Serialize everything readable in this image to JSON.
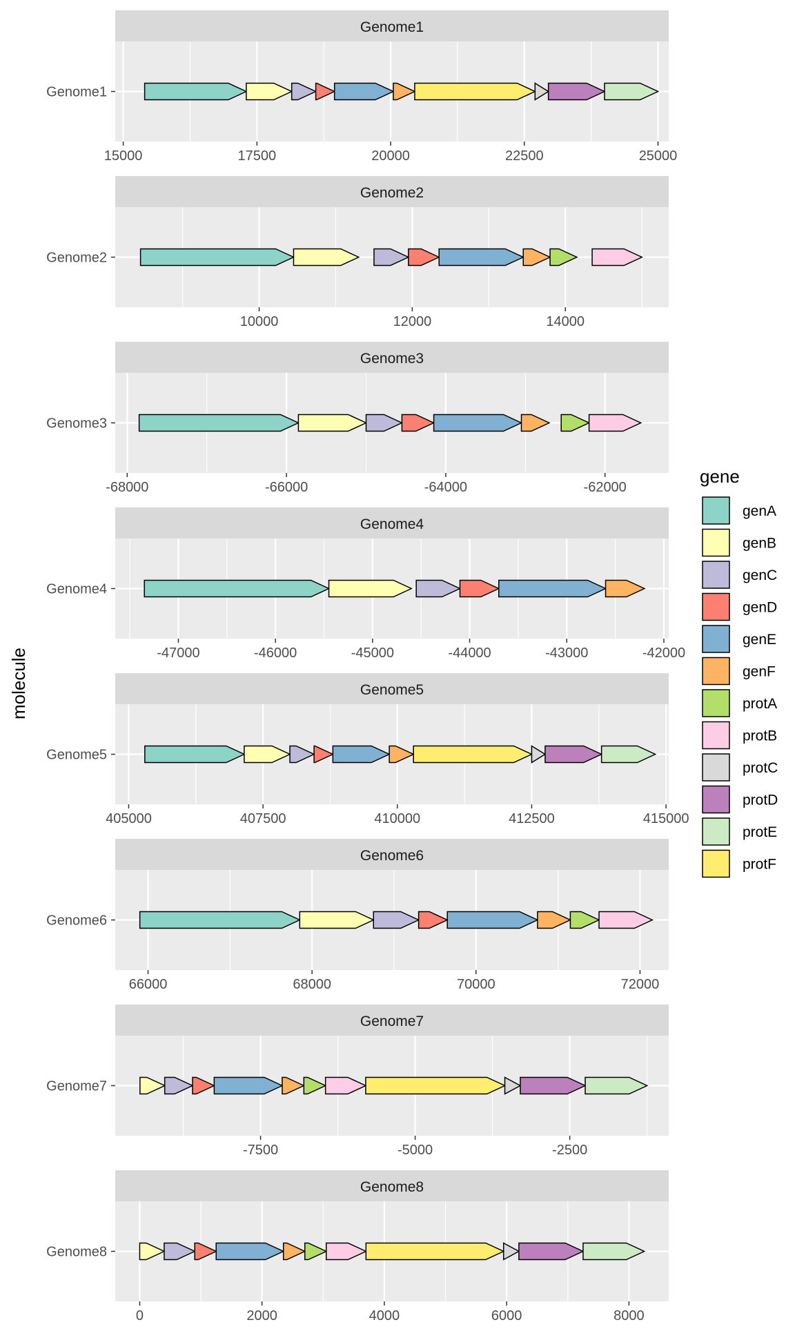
{
  "chart_data": {
    "type": "gene-arrow-map",
    "ylabel": "molecule",
    "legend": {
      "title": "gene",
      "position": "right",
      "items": [
        {
          "name": "genA",
          "color": "#8DD3C7"
        },
        {
          "name": "genB",
          "color": "#FFFFB3"
        },
        {
          "name": "genC",
          "color": "#BEBADA"
        },
        {
          "name": "genD",
          "color": "#FB8072"
        },
        {
          "name": "genE",
          "color": "#80B1D3"
        },
        {
          "name": "genF",
          "color": "#FDB462"
        },
        {
          "name": "protA",
          "color": "#B3DE69"
        },
        {
          "name": "protB",
          "color": "#FCCDE5"
        },
        {
          "name": "protC",
          "color": "#D9D9D9"
        },
        {
          "name": "protD",
          "color": "#BC80BD"
        },
        {
          "name": "protE",
          "color": "#CCEBC5"
        },
        {
          "name": "protF",
          "color": "#FFED6F"
        }
      ]
    },
    "panels": [
      {
        "strip": "Genome1",
        "molecule": "Genome1",
        "xlim": [
          14850,
          25200
        ],
        "major_ticks": [
          15000,
          17500,
          20000,
          22500,
          25000
        ],
        "tick_labels": [
          "15000",
          "17500",
          "20000",
          "22500",
          "25000"
        ],
        "minor_ticks": [
          16250,
          18750,
          21250,
          23750
        ],
        "genes": [
          {
            "gene": "genA",
            "start": 15400,
            "end": 17300
          },
          {
            "gene": "genB",
            "start": 17300,
            "end": 18150
          },
          {
            "gene": "genC",
            "start": 18150,
            "end": 18600
          },
          {
            "gene": "genD",
            "start": 18600,
            "end": 18950
          },
          {
            "gene": "genE",
            "start": 18950,
            "end": 20050
          },
          {
            "gene": "genF",
            "start": 20050,
            "end": 20450
          },
          {
            "gene": "protF",
            "start": 20450,
            "end": 22700
          },
          {
            "gene": "protC",
            "start": 22700,
            "end": 22950
          },
          {
            "gene": "protD",
            "start": 22950,
            "end": 24000
          },
          {
            "gene": "protE",
            "start": 24000,
            "end": 25000
          }
        ]
      },
      {
        "strip": "Genome2",
        "molecule": "Genome2",
        "xlim": [
          8120,
          15350
        ],
        "major_ticks": [
          10000,
          12000,
          14000
        ],
        "tick_labels": [
          "10000",
          "12000",
          "14000"
        ],
        "minor_ticks": [
          9000,
          11000,
          13000,
          15000
        ],
        "genes": [
          {
            "gene": "genA",
            "start": 8450,
            "end": 10450
          },
          {
            "gene": "genB",
            "start": 10450,
            "end": 11300
          },
          {
            "gene": "genC",
            "start": 11500,
            "end": 11950
          },
          {
            "gene": "genD",
            "start": 11950,
            "end": 12350
          },
          {
            "gene": "genE",
            "start": 12350,
            "end": 13450
          },
          {
            "gene": "genF",
            "start": 13450,
            "end": 13800
          },
          {
            "gene": "protA",
            "start": 13800,
            "end": 14150
          },
          {
            "gene": "protB",
            "start": 14350,
            "end": 15000
          }
        ]
      },
      {
        "strip": "Genome3",
        "molecule": "Genome3",
        "xlim": [
          -68150,
          -61200
        ],
        "major_ticks": [
          -68000,
          -66000,
          -64000,
          -62000
        ],
        "tick_labels": [
          "-68000",
          "-66000",
          "-64000",
          "-62000"
        ],
        "minor_ticks": [
          -67000,
          -65000,
          -63000
        ],
        "genes": [
          {
            "gene": "genA",
            "start": -67850,
            "end": -65850
          },
          {
            "gene": "genB",
            "start": -65850,
            "end": -65000
          },
          {
            "gene": "genC",
            "start": -65000,
            "end": -64550
          },
          {
            "gene": "genD",
            "start": -64550,
            "end": -64150
          },
          {
            "gene": "genE",
            "start": -64150,
            "end": -63050
          },
          {
            "gene": "genF",
            "start": -63050,
            "end": -62700
          },
          {
            "gene": "protA",
            "start": -62550,
            "end": -62200
          },
          {
            "gene": "protB",
            "start": -62200,
            "end": -61550
          }
        ]
      },
      {
        "strip": "Genome4",
        "molecule": "Genome4",
        "xlim": [
          -47650,
          -41950
        ],
        "major_ticks": [
          -47000,
          -46000,
          -45000,
          -44000,
          -43000,
          -42000
        ],
        "tick_labels": [
          "-47000",
          "-46000",
          "-45000",
          "-44000",
          "-43000",
          "-42000"
        ],
        "minor_ticks": [
          -47500,
          -46500,
          -45500,
          -44500,
          -43500,
          -42500
        ],
        "genes": [
          {
            "gene": "genA",
            "start": -47350,
            "end": -45450
          },
          {
            "gene": "genB",
            "start": -45450,
            "end": -44600
          },
          {
            "gene": "genC",
            "start": -44550,
            "end": -44100
          },
          {
            "gene": "genD",
            "start": -44100,
            "end": -43700
          },
          {
            "gene": "genE",
            "start": -43700,
            "end": -42600
          },
          {
            "gene": "genF",
            "start": -42600,
            "end": -42200
          }
        ]
      },
      {
        "strip": "Genome5",
        "molecule": "Genome5",
        "xlim": [
          404750,
          415050
        ],
        "major_ticks": [
          405000,
          407500,
          410000,
          412500,
          415000
        ],
        "tick_labels": [
          "405000",
          "407500",
          "410000",
          "412500",
          "415000"
        ],
        "minor_ticks": [
          406250,
          408750,
          411250,
          413750
        ],
        "genes": [
          {
            "gene": "genA",
            "start": 405300,
            "end": 407150
          },
          {
            "gene": "genB",
            "start": 407150,
            "end": 408000
          },
          {
            "gene": "genC",
            "start": 408000,
            "end": 408450
          },
          {
            "gene": "genD",
            "start": 408450,
            "end": 408800
          },
          {
            "gene": "genE",
            "start": 408800,
            "end": 409850
          },
          {
            "gene": "genF",
            "start": 409850,
            "end": 410300
          },
          {
            "gene": "protF",
            "start": 410300,
            "end": 412500
          },
          {
            "gene": "protC",
            "start": 412500,
            "end": 412750
          },
          {
            "gene": "protD",
            "start": 412750,
            "end": 413800
          },
          {
            "gene": "protE",
            "start": 413800,
            "end": 414800
          }
        ]
      },
      {
        "strip": "Genome6",
        "molecule": "Genome6",
        "xlim": [
          65600,
          72350
        ],
        "major_ticks": [
          66000,
          68000,
          70000,
          72000
        ],
        "tick_labels": [
          "66000",
          "68000",
          "70000",
          "72000"
        ],
        "minor_ticks": [
          67000,
          69000,
          71000
        ],
        "genes": [
          {
            "gene": "genA",
            "start": 65900,
            "end": 67850
          },
          {
            "gene": "genB",
            "start": 67850,
            "end": 68750
          },
          {
            "gene": "genC",
            "start": 68750,
            "end": 69300
          },
          {
            "gene": "genD",
            "start": 69300,
            "end": 69650
          },
          {
            "gene": "genE",
            "start": 69650,
            "end": 70750
          },
          {
            "gene": "genF",
            "start": 70750,
            "end": 71150
          },
          {
            "gene": "protA",
            "start": 71150,
            "end": 71500
          },
          {
            "gene": "protB",
            "start": 71500,
            "end": 72150
          }
        ]
      },
      {
        "strip": "Genome7",
        "molecule": "Genome7",
        "xlim": [
          -9850,
          -900
        ],
        "major_ticks": [
          -7500,
          -5000,
          -2500
        ],
        "tick_labels": [
          "-7500",
          "-5000",
          "-2500"
        ],
        "minor_ticks": [
          -8750,
          -6250,
          -3750,
          -1250
        ],
        "genes": [
          {
            "gene": "genB",
            "start": -9450,
            "end": -9050
          },
          {
            "gene": "genC",
            "start": -9050,
            "end": -8600
          },
          {
            "gene": "genD",
            "start": -8600,
            "end": -8250
          },
          {
            "gene": "genE",
            "start": -8250,
            "end": -7150
          },
          {
            "gene": "genF",
            "start": -7150,
            "end": -6800
          },
          {
            "gene": "protA",
            "start": -6800,
            "end": -6450
          },
          {
            "gene": "protB",
            "start": -6450,
            "end": -5800
          },
          {
            "gene": "protF",
            "start": -5800,
            "end": -3550
          },
          {
            "gene": "protC",
            "start": -3550,
            "end": -3300
          },
          {
            "gene": "protD",
            "start": -3300,
            "end": -2250
          },
          {
            "gene": "protE",
            "start": -2250,
            "end": -1250
          }
        ]
      },
      {
        "strip": "Genome8",
        "molecule": "Genome8",
        "xlim": [
          -400,
          8650
        ],
        "major_ticks": [
          0,
          2000,
          4000,
          6000,
          8000
        ],
        "tick_labels": [
          "0",
          "2000",
          "4000",
          "6000",
          "8000"
        ],
        "minor_ticks": [
          1000,
          3000,
          5000,
          7000
        ],
        "genes": [
          {
            "gene": "genB",
            "start": 0,
            "end": 400
          },
          {
            "gene": "genC",
            "start": 400,
            "end": 900
          },
          {
            "gene": "genD",
            "start": 900,
            "end": 1250
          },
          {
            "gene": "genE",
            "start": 1250,
            "end": 2350
          },
          {
            "gene": "genF",
            "start": 2350,
            "end": 2700
          },
          {
            "gene": "protA",
            "start": 2700,
            "end": 3050
          },
          {
            "gene": "protB",
            "start": 3050,
            "end": 3700
          },
          {
            "gene": "protF",
            "start": 3700,
            "end": 5950
          },
          {
            "gene": "protC",
            "start": 5950,
            "end": 6200
          },
          {
            "gene": "protD",
            "start": 6200,
            "end": 7250
          },
          {
            "gene": "protE",
            "start": 7250,
            "end": 8250
          }
        ]
      }
    ]
  }
}
